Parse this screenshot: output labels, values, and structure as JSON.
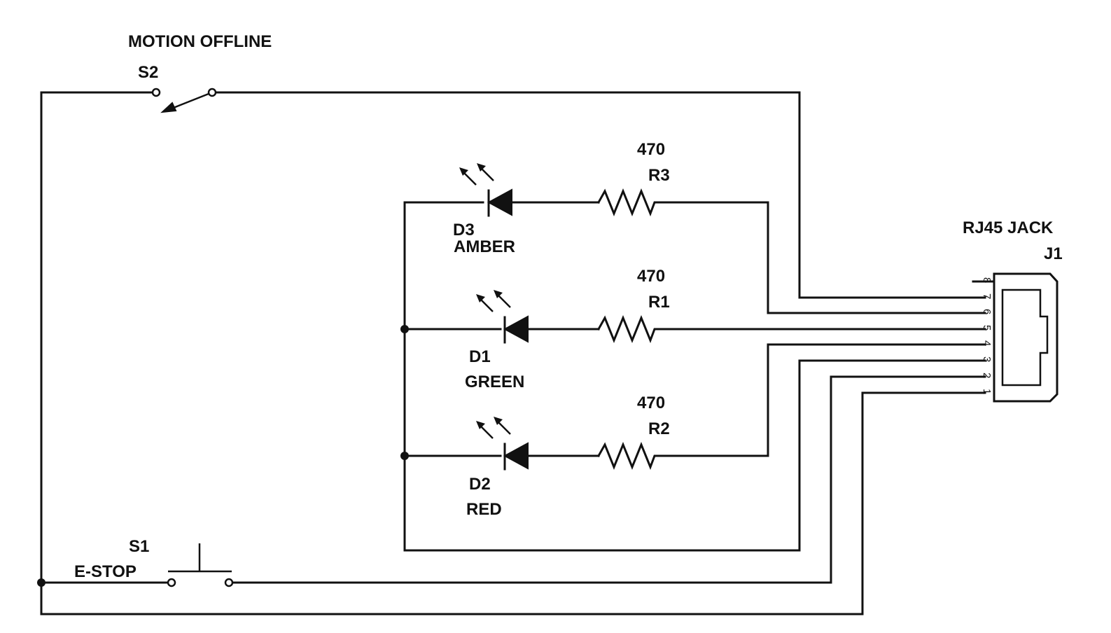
{
  "switches": {
    "s2": {
      "name": "MOTION OFFLINE",
      "ref": "S2"
    },
    "s1": {
      "ref": "S1",
      "name": "E-STOP"
    }
  },
  "leds": {
    "d3": {
      "ref": "D3",
      "color": "AMBER"
    },
    "d1": {
      "ref": "D1",
      "color": "GREEN"
    },
    "d2": {
      "ref": "D2",
      "color": "RED"
    }
  },
  "resistors": {
    "r3": {
      "value": "470",
      "ref": "R3"
    },
    "r1": {
      "value": "470",
      "ref": "R1"
    },
    "r2": {
      "value": "470",
      "ref": "R2"
    }
  },
  "jack": {
    "name": "RJ45 JACK",
    "ref": "J1",
    "pins": [
      "8",
      "7",
      "6",
      "5",
      "4",
      "3",
      "2",
      "1"
    ]
  }
}
